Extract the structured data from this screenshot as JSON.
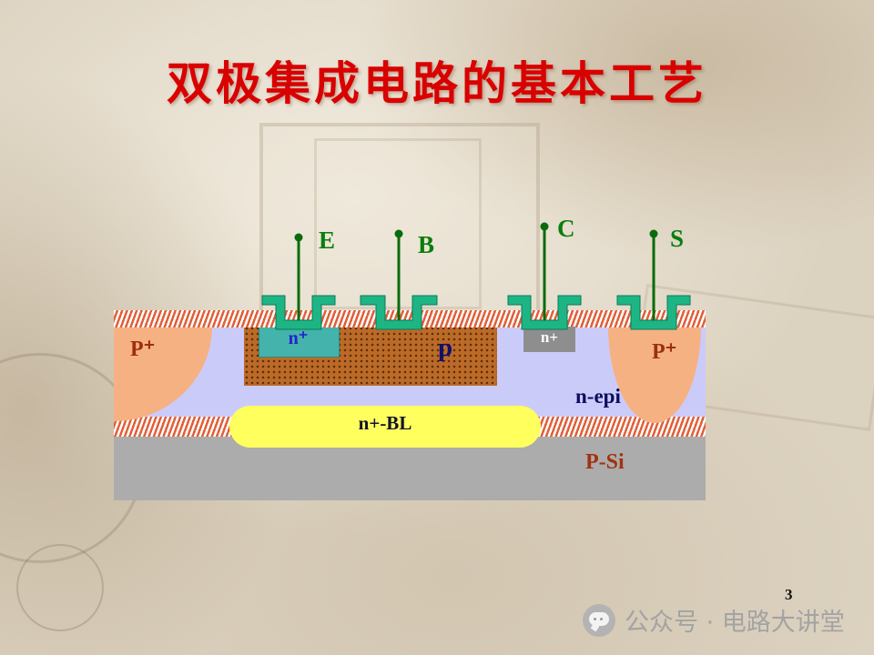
{
  "slide": {
    "title": "双极集成电路的基本工艺",
    "page_number": "3",
    "watermark": "公众号 · 电路大讲堂"
  },
  "terminals": {
    "e": "E",
    "b": "B",
    "c": "C",
    "s": "S"
  },
  "regions": {
    "p_plus_left": "P⁺",
    "p_plus_right": "P⁺",
    "emitter": "n⁺",
    "base": "p",
    "collector_contact": "n+",
    "buried_layer": "n+-BL",
    "epi": "n-epi",
    "substrate": "P-Si"
  },
  "colors": {
    "title": "#d90000",
    "terminal_label": "#0a7d0a",
    "wire": "#0a6b0a",
    "contact_metal": "#1db584",
    "oxide_stripe": "#e0603a",
    "epi": "#cbcbfa",
    "p_plus": "#f6b183",
    "base": "#bc6a28",
    "emitter": "#44b3ab",
    "collector_contact": "#8e8e8e",
    "buried_layer": "#ffff5e",
    "substrate": "#acacac"
  }
}
